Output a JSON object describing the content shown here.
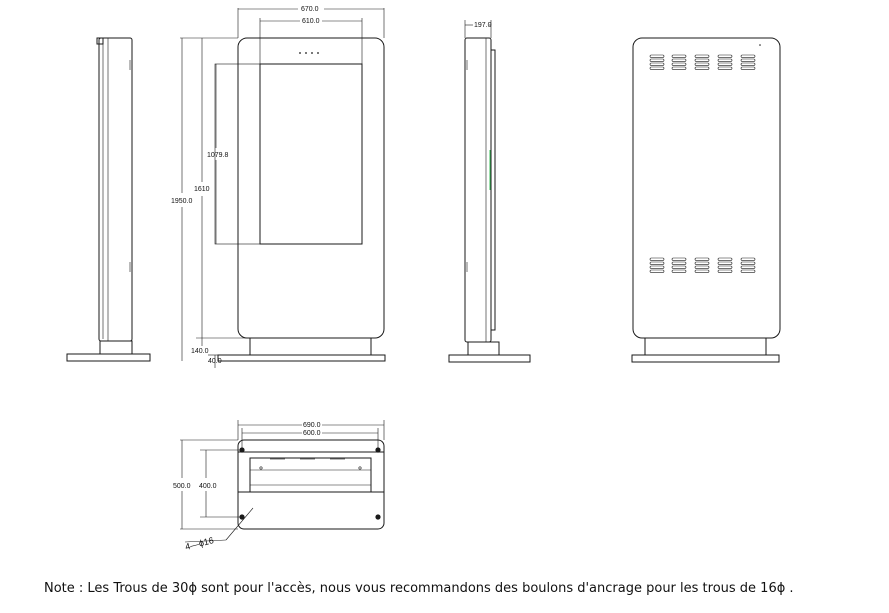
{
  "dimensions": {
    "width_670": "670.0",
    "width_610": "610.0",
    "depth_197": "197.0",
    "height_1950": "1950.0",
    "height_1610": "1610",
    "height_1079": "1079.8",
    "height_140": "140.0",
    "height_40": "40.0",
    "base_690": "690.0",
    "base_600": "600.0",
    "base_500": "500.0",
    "base_400": "400.0",
    "holes": "4—ϕ16"
  },
  "colors": {
    "line": "#1a1a1a",
    "accent_green": "#38c25a"
  },
  "note": "Note : Les Trous de 30ϕ  sont pour l'accès, nous vous recommandons des boulons d'ancrage pour les trous de 16ϕ ."
}
